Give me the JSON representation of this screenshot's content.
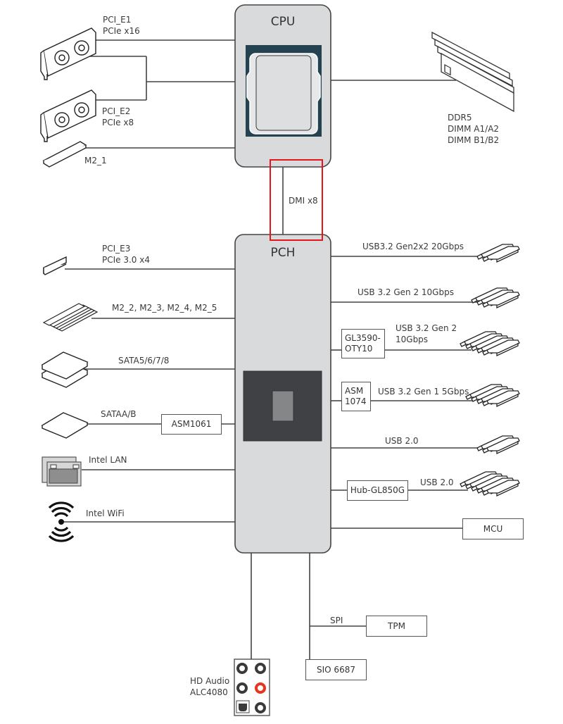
{
  "diagram": {
    "cpu": {
      "title": "CPU"
    },
    "pch": {
      "title": "PCH"
    },
    "dmi": {
      "label": "DMI x8",
      "highlight_color": "#e8141c"
    },
    "cpu_left": [
      {
        "name": "PCI_E1",
        "line2": "PCIe x16",
        "icon": "graphics-card-icon"
      },
      {
        "name": "PCI_E2",
        "line2": "PCIe x8",
        "icon": "graphics-card-icon"
      },
      {
        "name": "M2_1",
        "icon": "m2-ssd-icon"
      }
    ],
    "cpu_right": {
      "line1": "DDR5",
      "line2": "DIMM A1/A2",
      "line3": "DIMM B1/B2",
      "icon": "ram-modules-icon"
    },
    "pch_left": [
      {
        "line1": "PCI_E3",
        "line2": "PCIe 3.0 x4",
        "icon": "pcie-slot-icon"
      },
      {
        "line1": "M2_2, M2_3, M2_4, M2_5",
        "icon": "m2-ssd-stack-icon"
      },
      {
        "line1": "SATA5/6/7/8",
        "icon": "sata-drives-icon"
      },
      {
        "line1": "SATAA/B",
        "chip": "ASM1061",
        "icon": "sata-drives-icon"
      },
      {
        "line1": "Intel LAN",
        "icon": "ethernet-port-icon"
      },
      {
        "line1": "Intel WiFi",
        "icon": "wifi-icon"
      }
    ],
    "pch_right": [
      {
        "line1": "USB3.2 Gen2x2 20Gbps",
        "icon": "usb-ports-icon"
      },
      {
        "line1": "USB 3.2 Gen 2 10Gbps",
        "icon": "usb-ports-icon"
      },
      {
        "line1": "USB 3.2 Gen 2",
        "line2": "10Gbps",
        "chip": "GL3590-\nOTY10",
        "icon": "usb-ports-icon"
      },
      {
        "line1": "USB 3.2 Gen 1 5Gbps",
        "chip": "ASM\n1074",
        "icon": "usb-ports-icon"
      },
      {
        "line1": "USB 2.0",
        "icon": "usb-ports-icon"
      },
      {
        "line1": "USB 2.0",
        "chip": "Hub-GL850G",
        "icon": "usb-ports-icon"
      },
      {
        "chip": "MCU"
      }
    ],
    "pch_bottom": {
      "audio": {
        "line1": "HD Audio",
        "line2": "ALC4080",
        "icon": "audio-jacks-icon",
        "accent_color": "#e8341c"
      },
      "spi_label": "SPI",
      "tpm": "TPM",
      "sio": "SIO 6687"
    }
  }
}
